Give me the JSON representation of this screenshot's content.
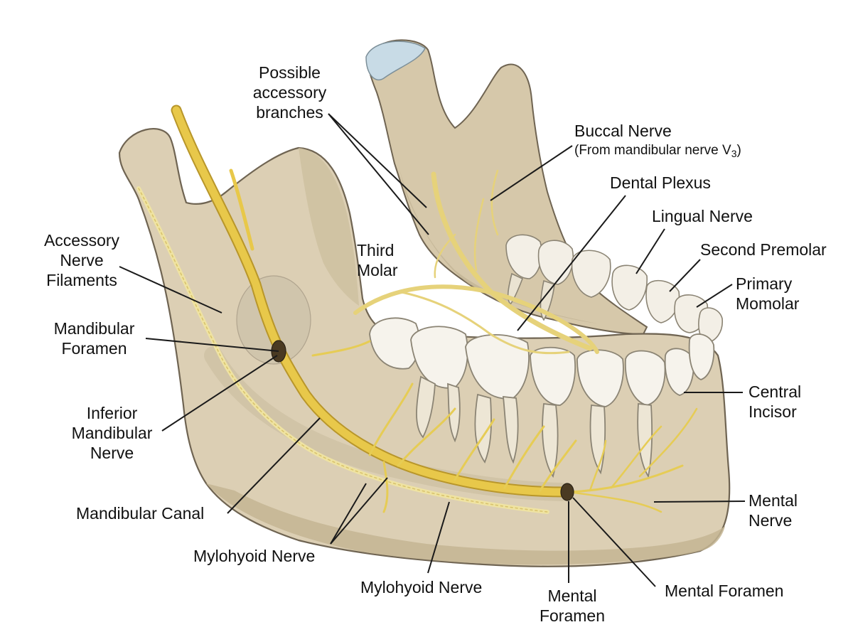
{
  "colors": {
    "bone": "#dccfb4",
    "bone_shadow": "#b8a98a",
    "bone_outline": "#6f6452",
    "tooth": "#f6f3ec",
    "tooth_outline": "#8b8474",
    "nerve": "#e3c545",
    "nerve_outline": "#b8962a",
    "cartilage": "#c8dbe6",
    "leader": "#1a1a1a"
  },
  "labels": {
    "possible_accessory": [
      "Possible",
      "accessory",
      "branches"
    ],
    "buccal_nerve": "Buccal Nerve",
    "buccal_sub_prefix": "(From mandibular nerve V",
    "buccal_sub_index": "3",
    "buccal_sub_suffix": ")",
    "dental_plexus": "Dental Plexus",
    "lingual_nerve": "Lingual Nerve",
    "second_premolar": "Second Premolar",
    "primary_momolar": [
      "Primary",
      "Momolar"
    ],
    "third_molar": [
      "Third",
      "Molar"
    ],
    "accessory_filaments": [
      "Accessory",
      "Nerve",
      "Filaments"
    ],
    "mandibular_foramen": [
      "Mandibular",
      "Foramen"
    ],
    "inferior_mandibular_nerve": [
      "Inferior",
      "Mandibular",
      "Nerve"
    ],
    "mandibular_canal": "Mandibular Canal",
    "mylohyoid_nerve_1": "Mylohyoid Nerve",
    "mylohyoid_nerve_2": "Mylohyoid Nerve",
    "mental_foramen_1": [
      "Mental",
      "Foramen"
    ],
    "mental_foramen_2": "Mental Foramen",
    "mental_nerve": [
      "Mental",
      "Nerve"
    ],
    "central_incisor": [
      "Central",
      "Incisor"
    ]
  }
}
